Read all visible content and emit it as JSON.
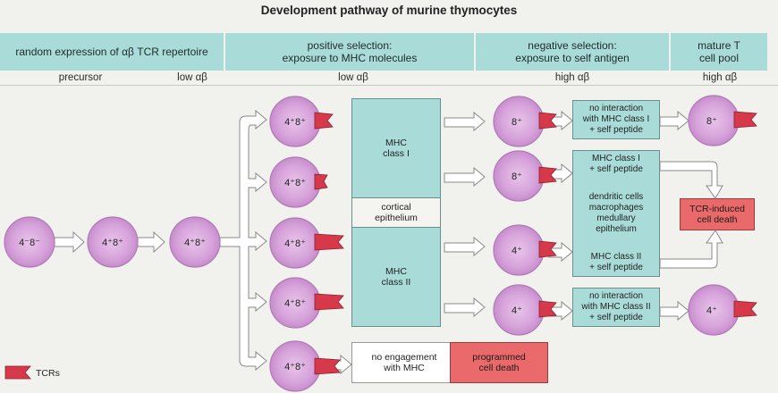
{
  "title": "Development pathway of murine thymocytes",
  "stages": {
    "random": "random expression of αβ TCR repertoire",
    "positive": "positive selection:\nexposure to MHC molecules",
    "negative": "negative selection:\nexposure to self antigen",
    "mature": "mature T\ncell pool"
  },
  "sublabels": {
    "precursor": "precursor",
    "low1": "low αβ",
    "low2": "low αβ",
    "high1": "high αβ",
    "high2": "high αβ"
  },
  "cells": {
    "c1": "4⁻8⁻",
    "c2": "4⁺8⁺",
    "c3": "4⁺8⁺",
    "p1": "4⁺8⁺",
    "p2": "4⁺8⁺",
    "p3": "4⁺8⁺",
    "p4": "4⁺8⁺",
    "p5": "4⁺8⁺",
    "n1": "8⁺",
    "n2": "8⁺",
    "n3": "4⁺",
    "n4": "4⁺",
    "m1": "8⁺",
    "m2": "4⁺"
  },
  "cortex": {
    "mhc1": "MHC\nclass I",
    "epi": "cortical\nepithelium",
    "mhc2": "MHC\nclass II"
  },
  "negbox": {
    "noint1": "no interaction\nwith MHC class I\n+ self peptide",
    "mhc1self": "MHC class I\n+ self peptide",
    "dendritic": "dendritic cells\nmacrophages\nmedullary\nepithelium",
    "mhc2self": "MHC class II\n+ self peptide",
    "noint2": "no interaction\nwith MHC class II\n+ self peptide"
  },
  "tcr_death": "TCR-induced\ncell death",
  "no_engage": "no engagement\nwith MHC",
  "programmed": "programmed\ncell death",
  "legend": "TCRs",
  "colors": {
    "teal": "#a9dcd8",
    "red": "#ea6a6c",
    "cell": "#d8a6dc",
    "tcr": "#d6394a"
  }
}
